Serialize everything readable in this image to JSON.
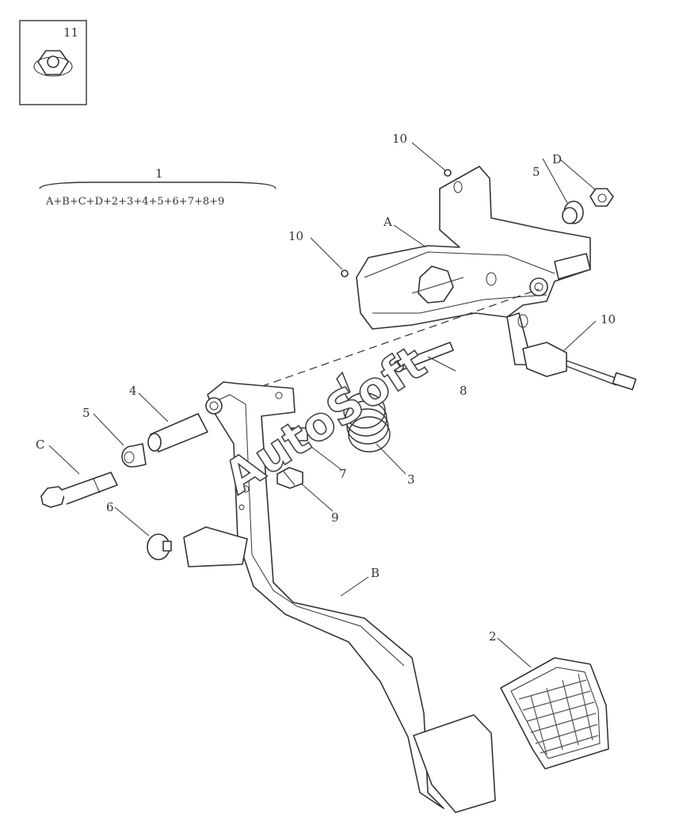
{
  "inset": {
    "number": "11"
  },
  "assembly": {
    "number": "1",
    "formula": "A+B+C+D+2+3+4+5+6+7+8+9"
  },
  "callouts": {
    "A": "A",
    "B": "B",
    "C": "C",
    "D": "D",
    "p2": "2",
    "p3": "3",
    "p4": "4",
    "p5_left": "5",
    "p5_right": "5",
    "p6": "6",
    "p7": "7",
    "p8": "8",
    "p9": "9",
    "p10_top": "10",
    "p10_left": "10",
    "p10_right": "10"
  },
  "watermark": {
    "text": "AutoSoft"
  },
  "colors": {
    "line": "#333333",
    "background": "#ffffff"
  }
}
